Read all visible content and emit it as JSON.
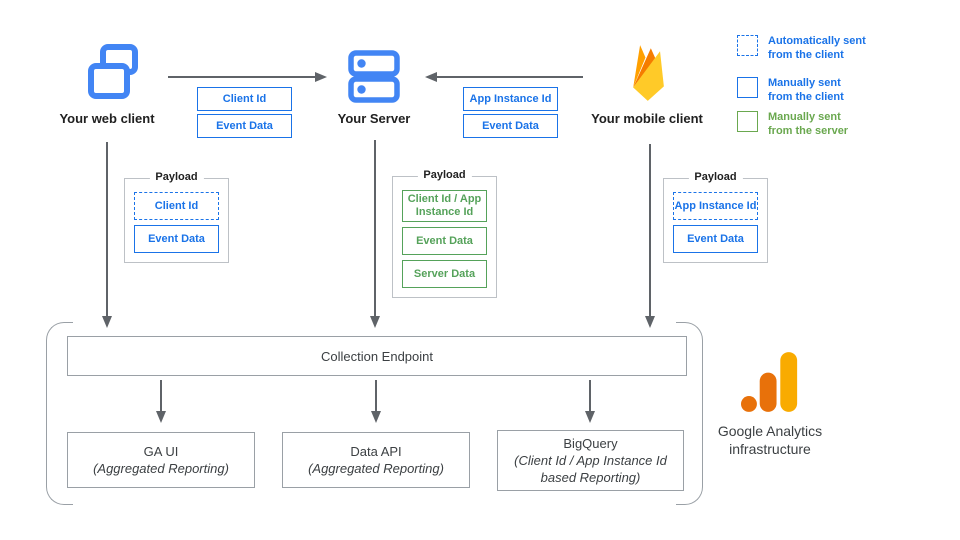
{
  "nodes": {
    "web_client": {
      "label": "Your web client",
      "icon": "browser-windows-icon"
    },
    "server": {
      "label": "Your Server",
      "icon": "server-icon"
    },
    "mobile_client": {
      "label": "Your mobile client",
      "icon": "firebase-icon"
    }
  },
  "flows": {
    "web_to_server": {
      "params": [
        {
          "label": "Client Id"
        },
        {
          "label": "Event Data"
        }
      ]
    },
    "mobile_to_server": {
      "params": [
        {
          "label": "App Instance Id"
        },
        {
          "label": "Event Data"
        }
      ]
    }
  },
  "payloads": [
    {
      "title": "Payload",
      "owner": "web-client",
      "items": [
        {
          "label": "Client Id",
          "type": "automatically-sent-from-client"
        },
        {
          "label": "Event Data",
          "type": "manually-sent-from-client"
        }
      ]
    },
    {
      "title": "Payload",
      "owner": "server",
      "items": [
        {
          "label": "Client Id / App Instance Id",
          "type": "manually-sent-from-server"
        },
        {
          "label": "Event Data",
          "type": "manually-sent-from-server"
        },
        {
          "label": "Server Data",
          "type": "manually-sent-from-server"
        }
      ]
    },
    {
      "title": "Payload",
      "owner": "mobile-client",
      "items": [
        {
          "label": "App Instance Id",
          "type": "automatically-sent-from-client"
        },
        {
          "label": "Event Data",
          "type": "manually-sent-from-client"
        }
      ]
    }
  ],
  "legend": [
    {
      "line1": "Automatically sent",
      "line2": "from the client",
      "swatch": "dashed-blue"
    },
    {
      "line1": "Manually sent",
      "line2": "from the client",
      "swatch": "solid-blue"
    },
    {
      "line1": "Manually sent",
      "line2": "from the server",
      "swatch": "solid-green"
    }
  ],
  "infrastructure": {
    "endpoint_label": "Collection Endpoint",
    "outputs": [
      {
        "name": "GA UI",
        "description": "(Aggregated Reporting)"
      },
      {
        "name": "Data API",
        "description": "(Aggregated Reporting)"
      },
      {
        "name": "BigQuery",
        "description": "(Client Id / App Instance Id based Reporting)"
      }
    ],
    "caption_line1": "Google Analytics",
    "caption_line2": "infrastructure"
  },
  "colors": {
    "blue_icon": "#4285F4",
    "blue_accent": "#1A73E8",
    "green_payload": "#55A25A",
    "green_legend": "#6AA84F",
    "arrow_gray": "#5F6368",
    "box_border_gray": "#9AA0A6",
    "payload_border_gray": "#BDC1C6",
    "firebase_amber": "#FFA000",
    "firebase_orange": "#F57C00",
    "firebase_yellow": "#FFCA28",
    "ga_amber": "#F9AB00",
    "ga_orange": "#E8710A"
  }
}
